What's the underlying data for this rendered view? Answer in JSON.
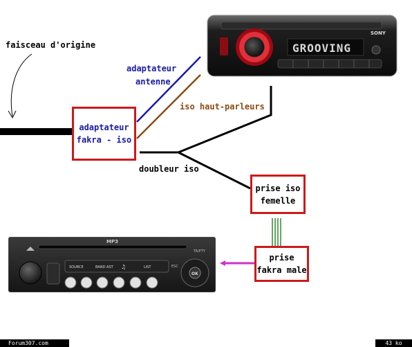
{
  "labels": {
    "faisceau": "faisceau d'origine",
    "adapt_antenne_1": "adaptateur",
    "adapt_antenne_2": "antenne",
    "iso_hp": "iso haut-parleurs",
    "doubleur": "doubleur iso"
  },
  "boxes": {
    "fakra_iso": [
      "adaptateur",
      "fakra - iso"
    ],
    "prise_iso": [
      "prise iso",
      "femelle"
    ],
    "prise_fakra": [
      "prise",
      "fakra male"
    ]
  },
  "sony_radio": {
    "display_text": "GROOVING",
    "brand": "SONY",
    "label": "SONY aftermarket car radio (CD receiver)"
  },
  "oem_radio": {
    "mp3_label": "MP3",
    "btn_source": "SOURCE",
    "btn_band": "BAND AST",
    "btn_music": "♫",
    "btn_list": "LIST",
    "btn_esc": "ESC",
    "btn_ok": "OK",
    "ta_label": "TA/PTY"
  },
  "footer": {
    "site": "Forum307.com",
    "size": "43 ko"
  },
  "colors": {
    "box_border": "#cc1a1a",
    "antenna_wire": "#1a1aa8",
    "speaker_wire": "#8b4a12",
    "fakra_lines": "#2e8b2e",
    "fakra_arrow": "#cc33cc",
    "label_blue": "#1a1aa8",
    "label_brown": "#8b4a12"
  }
}
